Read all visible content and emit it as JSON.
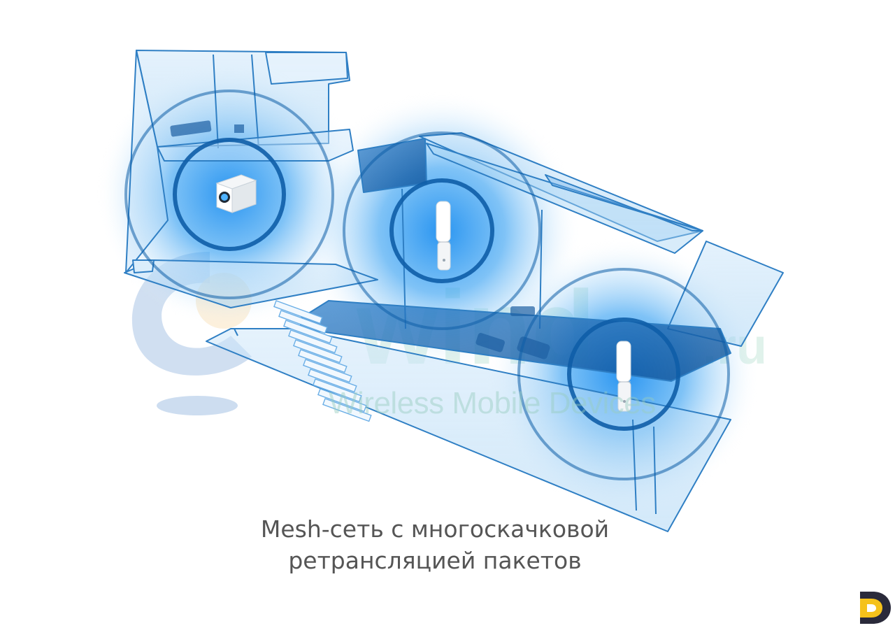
{
  "caption": {
    "line1": "Mesh-сеть с многоскачковой",
    "line2": "ретрансляцией пакетов"
  },
  "watermark": {
    "brand": "wind.ru",
    "tagline": "Wireless Mobile Devices"
  },
  "colors": {
    "signal_blue": "#1f8ce8",
    "ring_blue": "#0f5ea8",
    "glass_edge": "#2f7fc4",
    "caption_text": "#555555",
    "logo_yellow": "#f5c21b",
    "logo_dark": "#2a2a3a"
  },
  "devices": [
    {
      "name": "router-cube",
      "icon": "router-icon"
    },
    {
      "name": "mesh-point-center",
      "icon": "access-point-icon"
    },
    {
      "name": "mesh-point-right",
      "icon": "access-point-icon"
    }
  ]
}
